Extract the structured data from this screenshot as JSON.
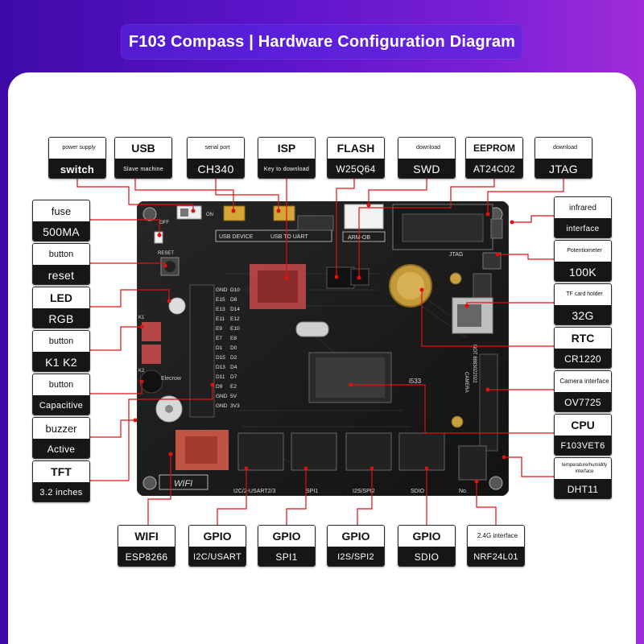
{
  "title": "F103 Compass | Hardware Configuration Diagram",
  "colors": {
    "accent": "#e01010",
    "board": "#1b1b1b",
    "header_bg": "#4b0fba"
  },
  "labels": [
    {
      "id": "switch",
      "top": "power supply",
      "bottom": "switch"
    },
    {
      "id": "usb",
      "top": "USB",
      "bottom": "Slave machine"
    },
    {
      "id": "ch340",
      "top": "serial port",
      "bottom": "CH340"
    },
    {
      "id": "isp",
      "top": "ISP",
      "bottom": "Key to download"
    },
    {
      "id": "flash",
      "top": "FLASH",
      "bottom": "W25Q64"
    },
    {
      "id": "swd",
      "top": "download",
      "bottom": "SWD"
    },
    {
      "id": "eeprom",
      "top": "EEPROM",
      "bottom": "AT24C02"
    },
    {
      "id": "jtag",
      "top": "download",
      "bottom": "JTAG"
    },
    {
      "id": "fuse",
      "top": "fuse",
      "bottom": "500MA"
    },
    {
      "id": "reset",
      "top": "button",
      "bottom": "reset"
    },
    {
      "id": "led",
      "top": "LED",
      "bottom": "RGB"
    },
    {
      "id": "k1k2",
      "top": "button",
      "bottom": "K1 K2"
    },
    {
      "id": "capacitive",
      "top": "button",
      "bottom": "Capacitive"
    },
    {
      "id": "buzzer",
      "top": "buzzer",
      "bottom": "Active"
    },
    {
      "id": "tft",
      "top": "TFT",
      "bottom": "3.2 inches"
    },
    {
      "id": "infrared",
      "top": "infrared",
      "bottom": "interface"
    },
    {
      "id": "potentiometer",
      "top": "Potentiometer",
      "bottom": "100K"
    },
    {
      "id": "tfcard",
      "top": "TF card holder",
      "bottom": "32G"
    },
    {
      "id": "rtc",
      "top": "RTC",
      "bottom": "CR1220"
    },
    {
      "id": "camera",
      "top": "Camera interface",
      "bottom": "OV7725"
    },
    {
      "id": "cpu",
      "top": "CPU",
      "bottom": "F103VET6"
    },
    {
      "id": "dht11",
      "top": "temperature/humidity interface",
      "bottom": "DHT11"
    },
    {
      "id": "wifi",
      "top": "WIFI",
      "bottom": "ESP8266"
    },
    {
      "id": "gpio1",
      "top": "GPIO",
      "bottom": "I2C/USART"
    },
    {
      "id": "gpio2",
      "top": "GPIO",
      "bottom": "SPI1"
    },
    {
      "id": "gpio3",
      "top": "GPIO",
      "bottom": "I2S/SPI2"
    },
    {
      "id": "gpio4",
      "top": "GPIO",
      "bottom": "SDIO"
    },
    {
      "id": "nrf",
      "top": "2.4G interface",
      "bottom": "NRF24L01"
    }
  ],
  "board": {
    "pin_labels": [
      "GND",
      "E15",
      "E13",
      "E11",
      "E9",
      "E7",
      "D1",
      "D15",
      "D13",
      "D11",
      "D9",
      "GND",
      "GND",
      "D10",
      "D8",
      "D14",
      "E12",
      "E10",
      "E8",
      "D0",
      "D2",
      "D4",
      "D7",
      "E2",
      "5V",
      "3V3"
    ],
    "silkscreen": {
      "usb_device": "USB DEVICE",
      "usb_to_uart": "USB TO UART",
      "arm_ob": "ARM-OB",
      "jtag": "JTAG",
      "wifi": "WIFI",
      "camera": "CAMERA",
      "serial_no": "NOT 8883022022",
      "bus_i2c": "I2C/2-USART2/3",
      "bus_spi1": "SPI1",
      "bus_i2s": "I2S/SPI2",
      "bus_sdio": "SDIO",
      "no": "No.",
      "on": "ON",
      "off": "OFF",
      "k1": "K1",
      "k2": "K2",
      "reset": "RESET",
      "elecrow": "Elecrow",
      "chip_mark": "i533"
    }
  }
}
